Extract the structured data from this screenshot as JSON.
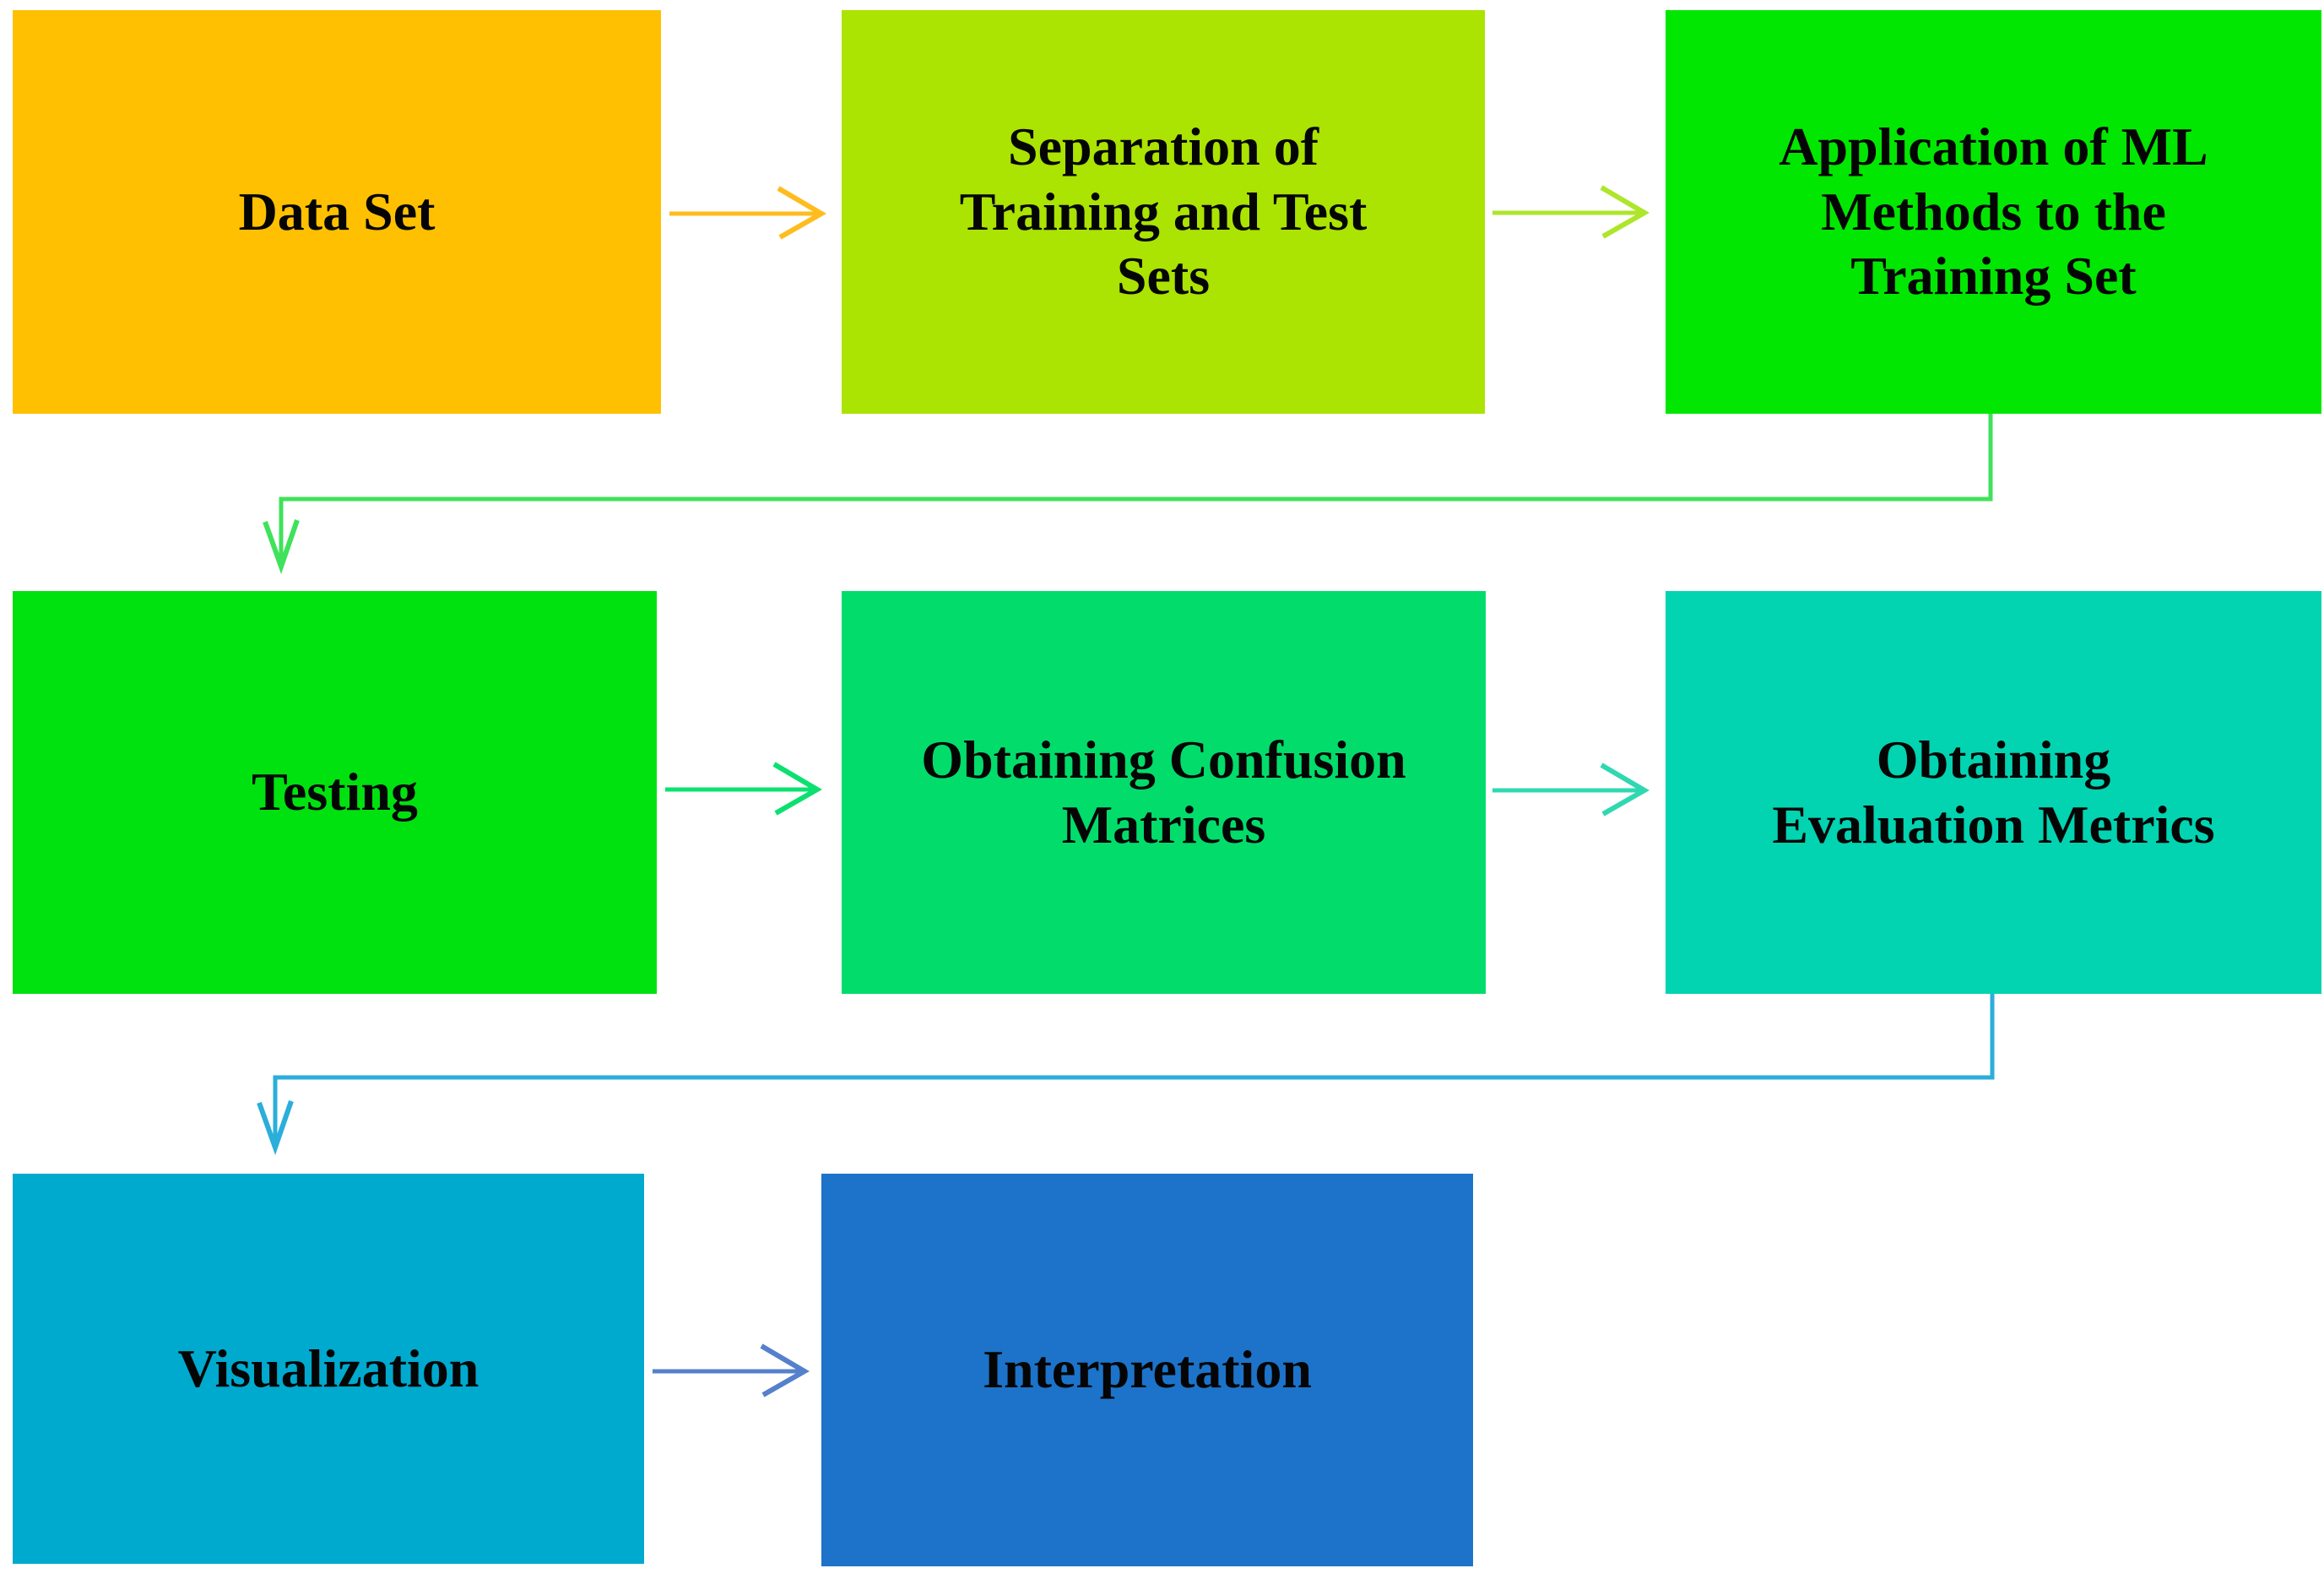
{
  "diagram": {
    "type": "flowchart",
    "nodes": [
      {
        "id": "data-set",
        "label": "Data Set",
        "color": "#FFC001"
      },
      {
        "id": "separation",
        "label": "Separation of\nTraining and Test\nSets",
        "color": "#ABE302"
      },
      {
        "id": "application",
        "label": "Application of ML\nMethods to the\nTraining Set",
        "color": "#01E701"
      },
      {
        "id": "testing",
        "label": "Testing",
        "color": "#00E110"
      },
      {
        "id": "confusion",
        "label": "Obtaining Confusion\nMatrices",
        "color": "#02DC6B"
      },
      {
        "id": "metrics",
        "label": "Obtaining\nEvaluation Metrics",
        "color": "#02D3B1"
      },
      {
        "id": "visualization",
        "label": "Visualization",
        "color": "#00A9CE"
      },
      {
        "id": "interpretation",
        "label": "Interpretation",
        "color": "#1C73C9"
      }
    ],
    "edges": [
      {
        "from": "data-set",
        "to": "separation",
        "color": "#FFBC1F"
      },
      {
        "from": "separation",
        "to": "application",
        "color": "#ADE62A"
      },
      {
        "from": "application",
        "to": "testing",
        "color": "#3FE25A"
      },
      {
        "from": "testing",
        "to": "confusion",
        "color": "#0BE171"
      },
      {
        "from": "confusion",
        "to": "metrics",
        "color": "#30D8B2"
      },
      {
        "from": "metrics",
        "to": "visualization",
        "color": "#2BAEDA"
      },
      {
        "from": "visualization",
        "to": "interpretation",
        "color": "#5580CC"
      }
    ]
  }
}
